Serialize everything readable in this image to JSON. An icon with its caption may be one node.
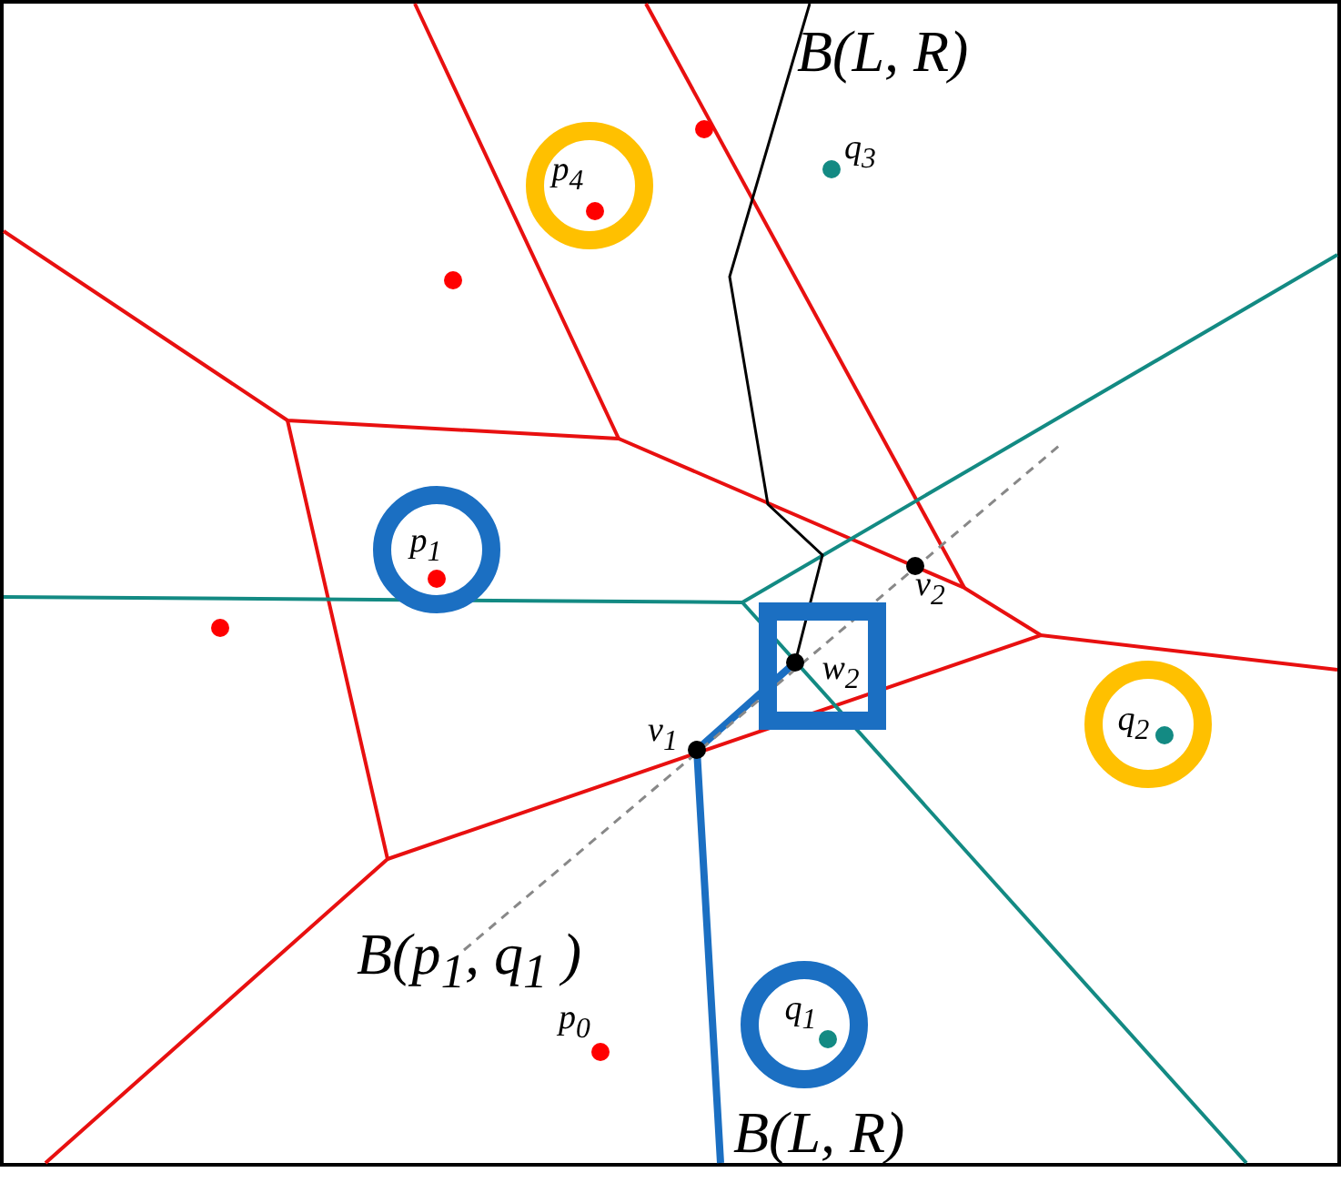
{
  "diagram": {
    "nodes": [
      {
        "text": [
          "p$_{4}$"
        ]
      },
      {
        "text": [
          "p$_{1}$"
        ]
      },
      {
        "text": [
          "w$_{2}$"
        ]
      },
      {
        "text": [
          "q$_{2}$"
        ]
      },
      {
        "text": [
          "q$_{1}$"
        ]
      }
    ],
    "labels": [
      "B(L, R)",
      "q$_{3}$",
      "v$_{2}$",
      "v$_{1}$",
      "B(p$_{1}$, q$_{1}$ )",
      "p$_{0}$",
      "B(L, R)"
    ]
  }
}
